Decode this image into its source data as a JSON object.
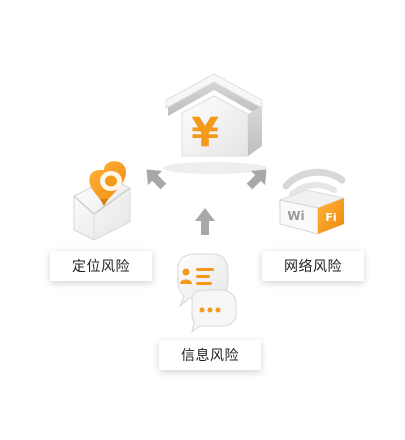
{
  "center": {
    "icon": "house-yuan-icon",
    "symbol": "¥"
  },
  "nodes": {
    "location": {
      "label": "定位风险",
      "icon": "map-pin-envelope-icon"
    },
    "network": {
      "label": "网络风险",
      "icon": "wifi-box-icon",
      "wifi_left": "Wi",
      "wifi_right": "Fi"
    },
    "info": {
      "label": "信息风险",
      "icon": "chat-bubble-icon"
    }
  },
  "colors": {
    "accent": "#f39a1c",
    "arrow": "#a8a8a8",
    "white_3d": "#f2f2f2"
  }
}
